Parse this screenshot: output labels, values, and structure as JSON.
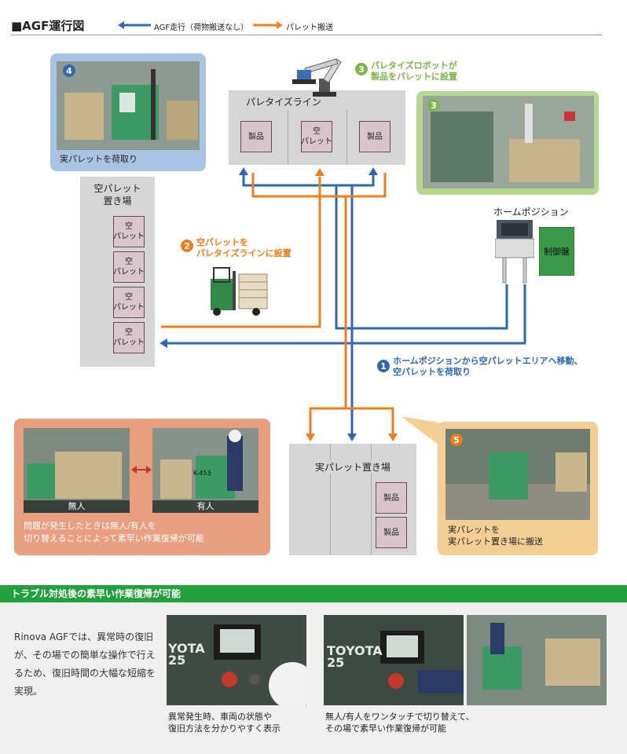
{
  "title": "■AGF運行図",
  "legend": {
    "blue_label": "AGF走行（荷物搬送なし）",
    "orange_label": "パレット搬送",
    "blue_color": "#2f68b0",
    "orange_color": "#ee7d1f"
  },
  "palletize_line": {
    "label": "パレタイズライン",
    "boxes": [
      "製品",
      "空\nパレット",
      "製品"
    ]
  },
  "empty_pallet_area": {
    "label": "空パレット\n置き場",
    "boxes": [
      "空\nパレット",
      "空\nパレット",
      "空\nパレット",
      "空\nパレット"
    ]
  },
  "home_position": {
    "label": "ホームポジション",
    "control_panel": "制御盤"
  },
  "full_pallet_area": {
    "label": "実パレット置き場",
    "boxes": [
      "製品",
      "製品"
    ]
  },
  "steps": {
    "s1": {
      "num": "1",
      "text": "ホームポジションから空パレットエリアへ移動、\n空パレットを荷取り"
    },
    "s2": {
      "num": "2",
      "text": "空パレットを\nパレタイズラインに設置"
    },
    "s3": {
      "num": "3",
      "text": "パレタイズロボットが\n製品をパレットに設置"
    },
    "s4": {
      "num": "4",
      "text": "実パレットを荷取り"
    },
    "s5": {
      "num": "5",
      "text": "実パレットを\n実パレット置き場に搬送"
    },
    "s3_photo_num": "3"
  },
  "mode_switch": {
    "unmanned": "無人",
    "manned": "有人",
    "text": "問題が発生したときは無人/有人を\n切り替えることによって素早い作業復帰が可能"
  },
  "forklift_plate": "K-453",
  "recovery": {
    "heading": "トラブル対処後の素早い作業復帰が可能",
    "description": "Rinova AGFでは、異常時の復旧が、その場での簡単な操作で行えるため、復旧時間の大幅な短縮を実現。",
    "caption1": "異常発生時、車両の状態や\n復旧方法を分かりやすく表示",
    "caption2": "無人/有人をワンタッチで切り替えて、\nその場で素早い作業復帰が可能",
    "brand1": "YOTA\n25",
    "brand2": "TOYOTA\n25"
  }
}
